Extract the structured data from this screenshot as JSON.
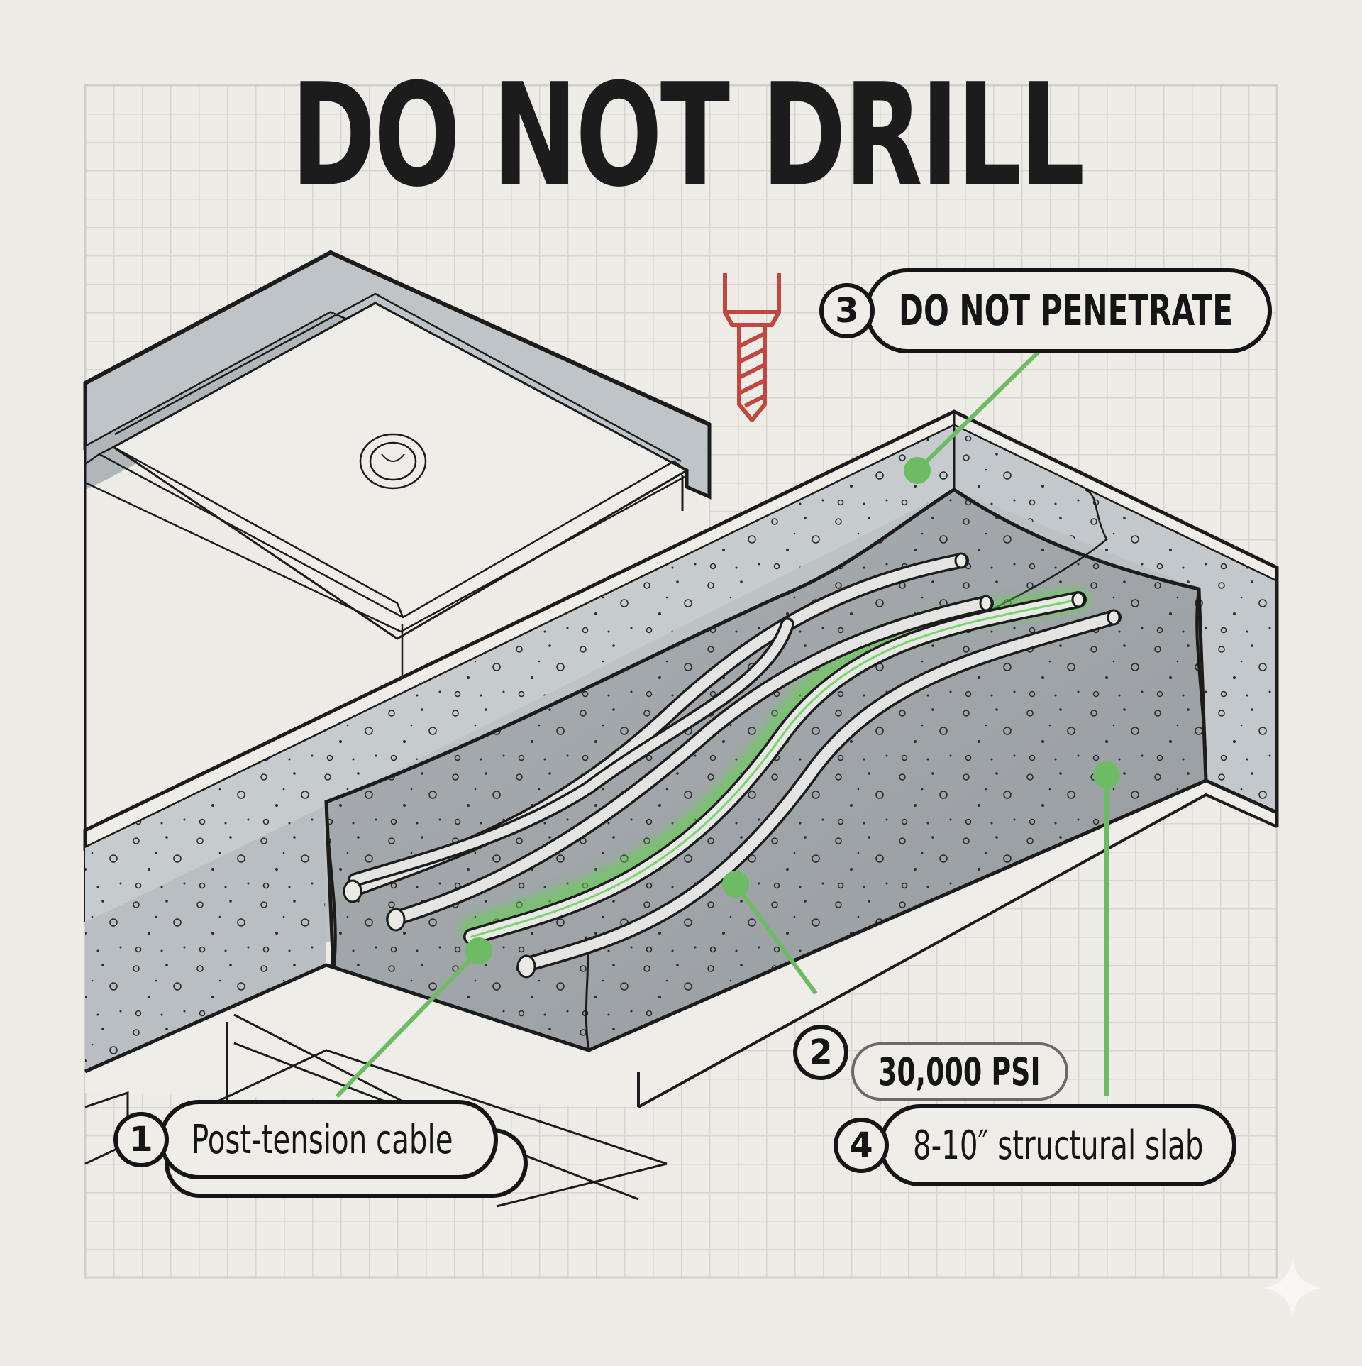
{
  "title": "DO NOT DRILL",
  "callouts": [
    {
      "number": "1",
      "label": "Post-tension cable"
    },
    {
      "number": "2",
      "label": "30,000 PSI"
    },
    {
      "number": "3",
      "label": "DO NOT PENETRATE"
    },
    {
      "number": "4",
      "label": "8-10″ structural slab"
    }
  ],
  "icons": {
    "drill_bit": "drill-bit-icon",
    "watermark": "sparkle-icon"
  },
  "colors": {
    "background": "#eeece6",
    "grid": "#d6d5d0",
    "ink": "#151515",
    "concrete_light": "#c3c8cc",
    "concrete_dark": "#9da3a8",
    "leader_green": "#6dbb63",
    "highlight_green": "#5fd44a",
    "drill_red": "#c4473f",
    "trim_gray": "#b9bec2"
  }
}
